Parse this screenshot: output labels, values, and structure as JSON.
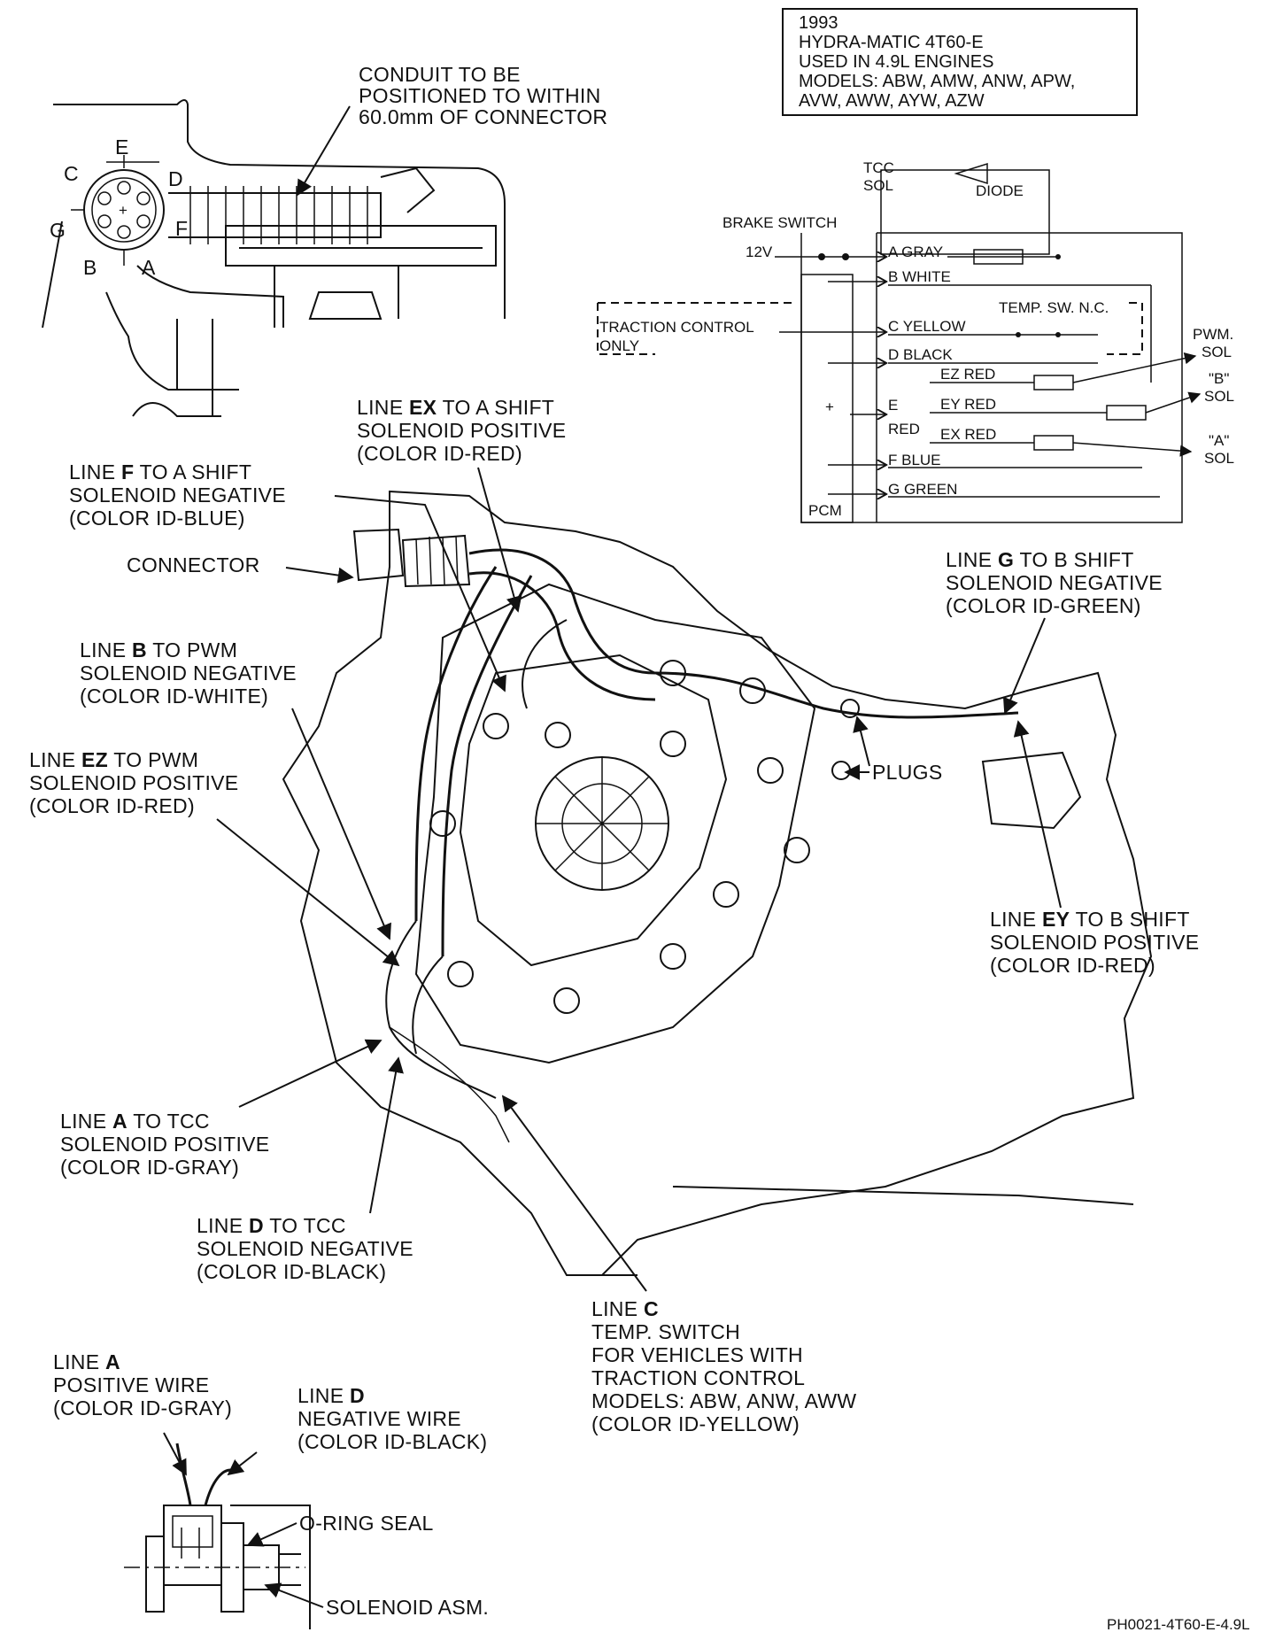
{
  "title_box": {
    "line1": "1993",
    "line2": "HYDRA-MATIC 4T60-E",
    "line3": "USED IN 4.9L ENGINES",
    "line4": "MODELS: ABW, AMW, ANW, APW,",
    "line5": "AVW, AWW, AYW, AZW"
  },
  "conduit_note": {
    "line1": "CONDUIT TO BE",
    "line2": "POSITIONED TO WITHIN",
    "line3": "60.0mm OF CONNECTOR"
  },
  "connector_pins": {
    "e": "E",
    "c": "C",
    "d": "D",
    "g": "G",
    "f": "F",
    "b": "B",
    "a": "A"
  },
  "schematic": {
    "tcc_sol_1": "TCC",
    "tcc_sol_2": "SOL",
    "diode": "DIODE",
    "brake_switch": "BRAKE SWITCH",
    "v12": "12V",
    "a_gray": "A GRAY",
    "b_white": "B WHITE",
    "c_yellow": "C YELLOW",
    "d_black": "D BLACK",
    "e": "E",
    "red": "RED",
    "f_blue": "F BLUE",
    "g_green": "G GREEN",
    "ez_red": "EZ RED",
    "ey_red": "EY RED",
    "ex_red": "EX RED",
    "temp_sw": "TEMP. SW. N.C.",
    "traction_1": "TRACTION CONTROL",
    "traction_2": "ONLY",
    "pwm_sol_1": "PWM.",
    "pwm_sol_2": "SOL",
    "b_sol_1": "\"B\"",
    "b_sol_2": "SOL",
    "a_sol_1": "\"A\"",
    "a_sol_2": "SOL",
    "pcm": "PCM",
    "plus": "+"
  },
  "callouts": {
    "ex": {
      "pre": "LINE ",
      "key": "EX",
      "post": " TO A SHIFT",
      "line2": "SOLENOID POSITIVE",
      "line3": "(COLOR ID-RED)"
    },
    "f": {
      "pre": "LINE ",
      "key": "F",
      "post": " TO A SHIFT",
      "line2": "SOLENOID NEGATIVE",
      "line3": "(COLOR ID-BLUE)"
    },
    "connector": "CONNECTOR",
    "g": {
      "pre": "LINE ",
      "key": "G",
      "post": " TO B SHIFT",
      "line2": "SOLENOID NEGATIVE",
      "line3": "(COLOR ID-GREEN)"
    },
    "b": {
      "pre": "LINE ",
      "key": "B",
      "post": " TO PWM",
      "line2": "SOLENOID NEGATIVE",
      "line3": "(COLOR ID-WHITE)"
    },
    "plugs": "PLUGS",
    "ez": {
      "pre": "LINE ",
      "key": "EZ",
      "post": " TO PWM",
      "line2": "SOLENOID POSITIVE",
      "line3": "(COLOR ID-RED)"
    },
    "ey": {
      "pre": "LINE ",
      "key": "EY",
      "post": " TO B SHIFT",
      "line2": "SOLENOID POSITIVE",
      "line3": "(COLOR ID-RED)"
    },
    "a": {
      "pre": "LINE ",
      "key": "A",
      "post": " TO TCC",
      "line2": "SOLENOID POSITIVE",
      "line3": "(COLOR ID-GRAY)"
    },
    "d": {
      "pre": "LINE ",
      "key": "D",
      "post": " TO TCC",
      "line2": "SOLENOID NEGATIVE",
      "line3": "(COLOR ID-BLACK)"
    },
    "c": {
      "pre": "LINE ",
      "key": "C",
      "line2": "TEMP. SWITCH",
      "line3": "FOR VEHICLES WITH",
      "line4": "TRACTION CONTROL",
      "line5": "MODELS: ABW, ANW, AWW",
      "line6": "(COLOR ID-YELLOW)"
    }
  },
  "detail": {
    "line_a_pre": "LINE ",
    "line_a_key": "A",
    "line_a_2": "POSITIVE WIRE",
    "line_a_3": "(COLOR ID-GRAY)",
    "line_d_pre": "LINE ",
    "line_d_key": "D",
    "line_d_2": "NEGATIVE WIRE",
    "line_d_3": "(COLOR ID-BLACK)",
    "oring": "O-RING SEAL",
    "solenoid": "SOLENOID ASM."
  },
  "figure_code": "PH0021-4T60-E-4.9L"
}
